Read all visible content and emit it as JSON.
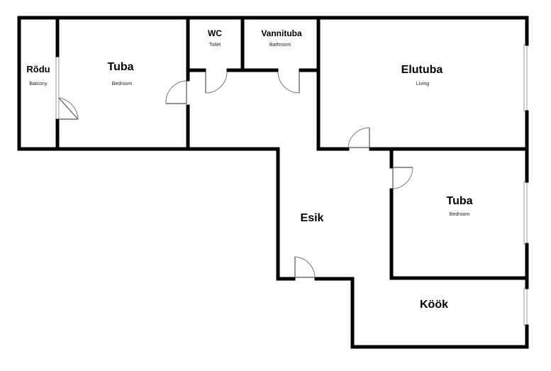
{
  "floorplan": {
    "rooms": [
      {
        "id": "balcony",
        "name": "Rõdu",
        "sub": "Balcony"
      },
      {
        "id": "bedroom1",
        "name": "Tuba",
        "sub": "Bedroom"
      },
      {
        "id": "wc",
        "name": "WC",
        "sub": "Toilet"
      },
      {
        "id": "bathroom",
        "name": "Vannituba",
        "sub": "Bathroom"
      },
      {
        "id": "living",
        "name": "Elutuba",
        "sub": "Living"
      },
      {
        "id": "bedroom2",
        "name": "Tuba",
        "sub": "Bedroom"
      },
      {
        "id": "hall",
        "name": "Esik",
        "sub": ""
      },
      {
        "id": "kitchen",
        "name": "Köök",
        "sub": ""
      }
    ]
  }
}
